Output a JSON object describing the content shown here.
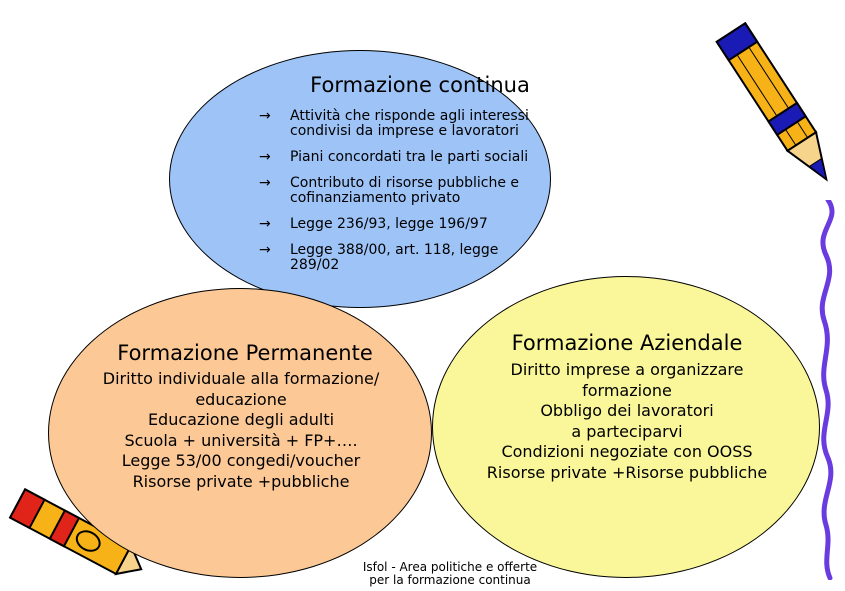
{
  "continua": {
    "title": "Formazione continua",
    "bullets": [
      "Attività che risponde agli  interessi condivisi da imprese e lavoratori",
      "Piani concordati tra le parti sociali",
      "Contributo di risorse pubbliche e cofinanziamento  privato",
      "Legge 236/93, legge 196/97",
      "Legge 388/00, art. 118, legge 289/02"
    ],
    "arrow": "→",
    "color": "#9DC3F7"
  },
  "permanente": {
    "title": "Formazione Permanente",
    "lines": [
      "Diritto individuale alla formazione/",
      "educazione",
      "Educazione degli adulti",
      "Scuola + università + FP+….",
      "Legge 53/00 congedi/voucher",
      "Risorse private +pubbliche"
    ],
    "color": "#FBC896"
  },
  "aziendale": {
    "title": "Formazione Aziendale",
    "lines": [
      "Diritto imprese a organizzare",
      "formazione",
      "Obbligo dei lavoratori",
      "a parteciparvi",
      "Condizioni negoziate con OOSS",
      "Risorse private +Risorse pubbliche"
    ],
    "color": "#FAF79A"
  },
  "footer": {
    "line1": "Isfol - Area politiche e offerte",
    "line2": "per la formazione continua"
  },
  "decorations": {
    "top_right": "pencil-icon",
    "right_edge": "scribble-line",
    "bottom_left": "pencil-icon"
  }
}
